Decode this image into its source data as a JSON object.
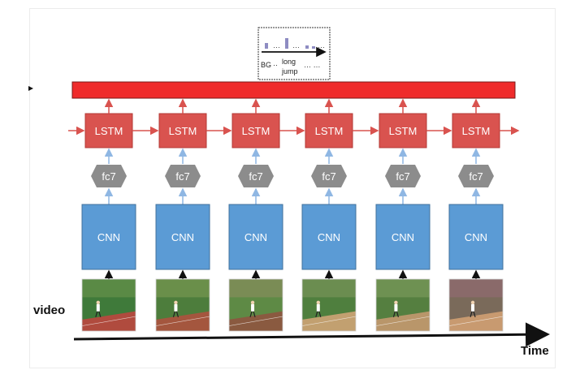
{
  "labels": {
    "lstm": "LSTM",
    "fc7": "fc7",
    "cnn": "CNN",
    "video": "video",
    "time": "Time"
  },
  "output": {
    "bg_label": "BG",
    "bg_dots": "··",
    "class_label_line1": "long",
    "class_label_line2": "jump",
    "top_dots_1": "…",
    "top_dots_2": "…",
    "top_dots_3": "…",
    "bottom_dots": "… …"
  },
  "colors": {
    "red_bar": "#ef2b2b",
    "lstm_fill": "#d9534f",
    "lstm_arrow": "#d9534f",
    "fc7_fill": "#8c8c8c",
    "cnn_fill": "#5b9bd5",
    "conn_arrow": "#8fb7e3",
    "bars": "#8e8cc2"
  },
  "frames": [
    {
      "name": "frame-1",
      "sky": "#5a8a45",
      "ground": "#3f7a3a",
      "track": "#b04b3e"
    },
    {
      "name": "frame-2",
      "sky": "#6a8f4a",
      "ground": "#4d7d3c",
      "track": "#a4563e"
    },
    {
      "name": "frame-3",
      "sky": "#7a8c55",
      "ground": "#5e8a45",
      "track": "#8a5a40"
    },
    {
      "name": "frame-4",
      "sky": "#6b8d50",
      "ground": "#4f7f3e",
      "track": "#c2a070"
    },
    {
      "name": "frame-5",
      "sky": "#6e9152",
      "ground": "#557f40",
      "track": "#b9966a"
    },
    {
      "name": "frame-6",
      "sky": "#8a6a6a",
      "ground": "#7a6a5a",
      "track": "#c89a70"
    }
  ]
}
